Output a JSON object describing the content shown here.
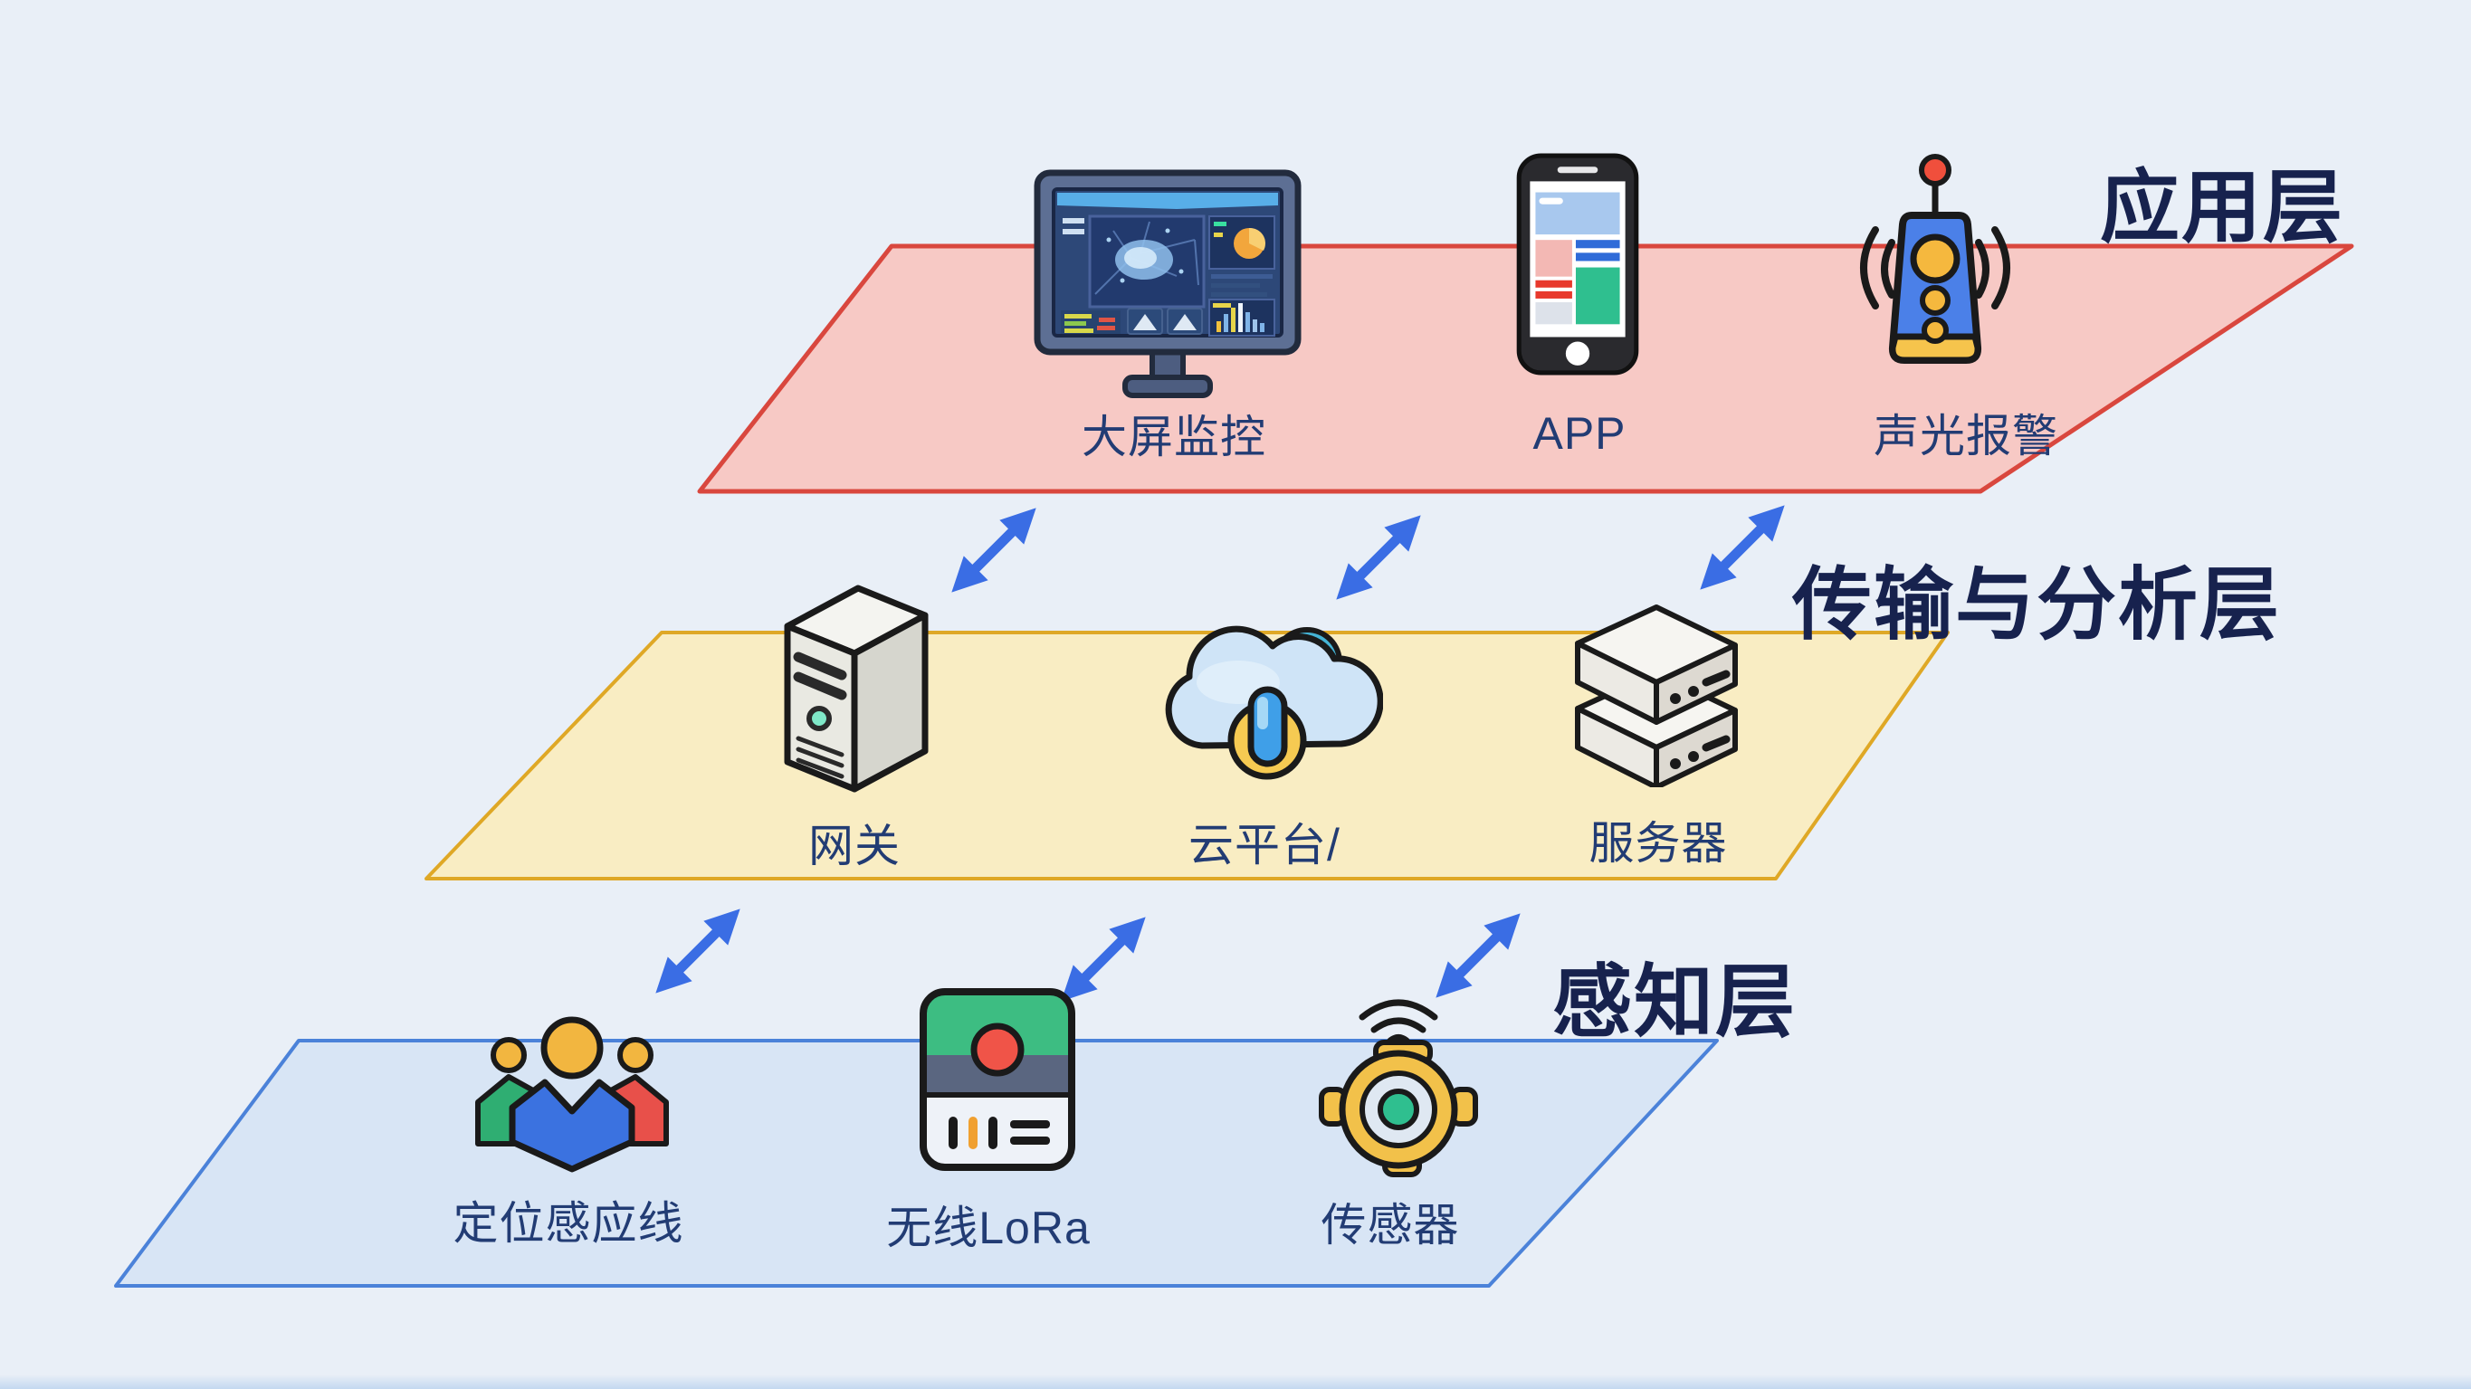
{
  "background": {
    "color": "#e9eff7",
    "bottom_edge_color": "#c3d8f0"
  },
  "colors": {
    "arrow": "#3a6de4",
    "layer_title_text": "#17224e",
    "item_label_text": "#223c74"
  },
  "arrows": {
    "type": "bidirectional",
    "count": 6,
    "color": "#3a6de4"
  },
  "layers": [
    {
      "id": "application",
      "title": "应用层",
      "fill": "#f7c9c5",
      "stroke": "#d9473e",
      "items": [
        {
          "label": "大屏监控",
          "icon": "dashboard-monitor-icon"
        },
        {
          "label": "APP",
          "icon": "smartphone-app-icon"
        },
        {
          "label": "声光报警",
          "icon": "sound-light-alarm-icon"
        }
      ]
    },
    {
      "id": "transmission-analysis",
      "title": "传输与分析层",
      "fill": "#f9edc3",
      "stroke": "#dfa826",
      "items": [
        {
          "label": "网关",
          "icon": "gateway-server-icon"
        },
        {
          "label": "云平台/",
          "icon": "cloud-platform-icon"
        },
        {
          "label": "服务器",
          "icon": "server-stack-icon"
        }
      ]
    },
    {
      "id": "perception",
      "title": "感知层",
      "fill": "#d8e5f5",
      "stroke": "#4b82d9",
      "items": [
        {
          "label": "定位感应线",
          "icon": "positioning-people-icon"
        },
        {
          "label": "无线LoRa",
          "icon": "lora-module-icon"
        },
        {
          "label": "传感器",
          "icon": "sensor-icon"
        }
      ]
    }
  ]
}
